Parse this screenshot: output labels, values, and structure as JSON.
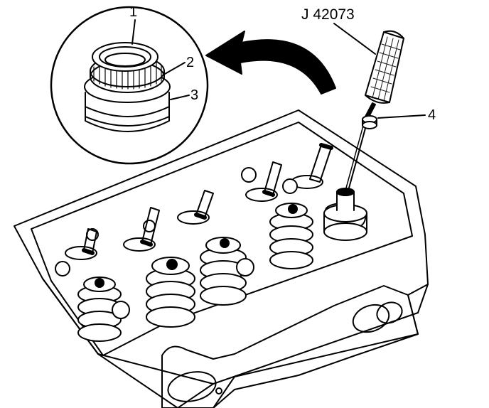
{
  "labels": {
    "tool": "J 42073",
    "c1": "1",
    "c2": "2",
    "c3": "3",
    "c4": "4"
  }
}
